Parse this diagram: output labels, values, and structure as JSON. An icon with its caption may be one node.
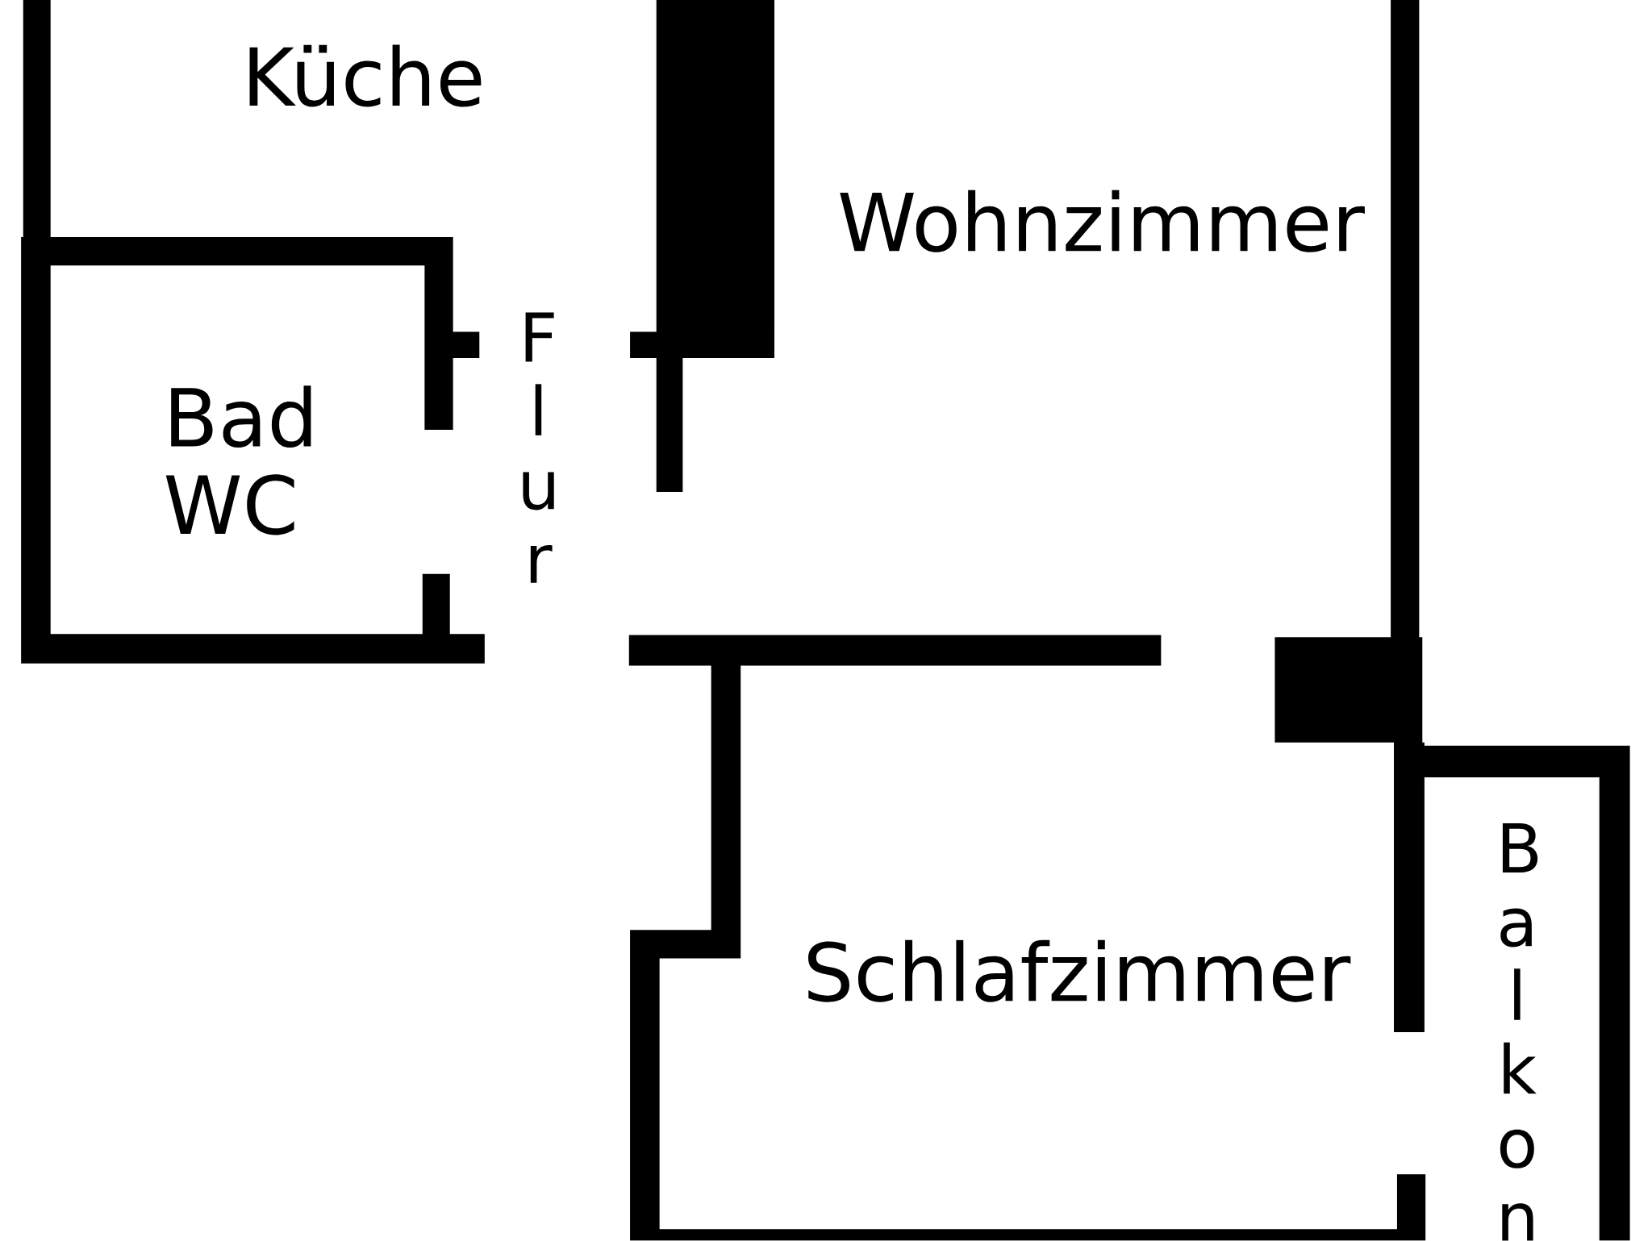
{
  "diagram": {
    "labels": [
      "Küche",
      "Wohnzimmer",
      "Flur",
      "Bad WC",
      "Schlafzimmer",
      "Balkon"
    ]
  }
}
